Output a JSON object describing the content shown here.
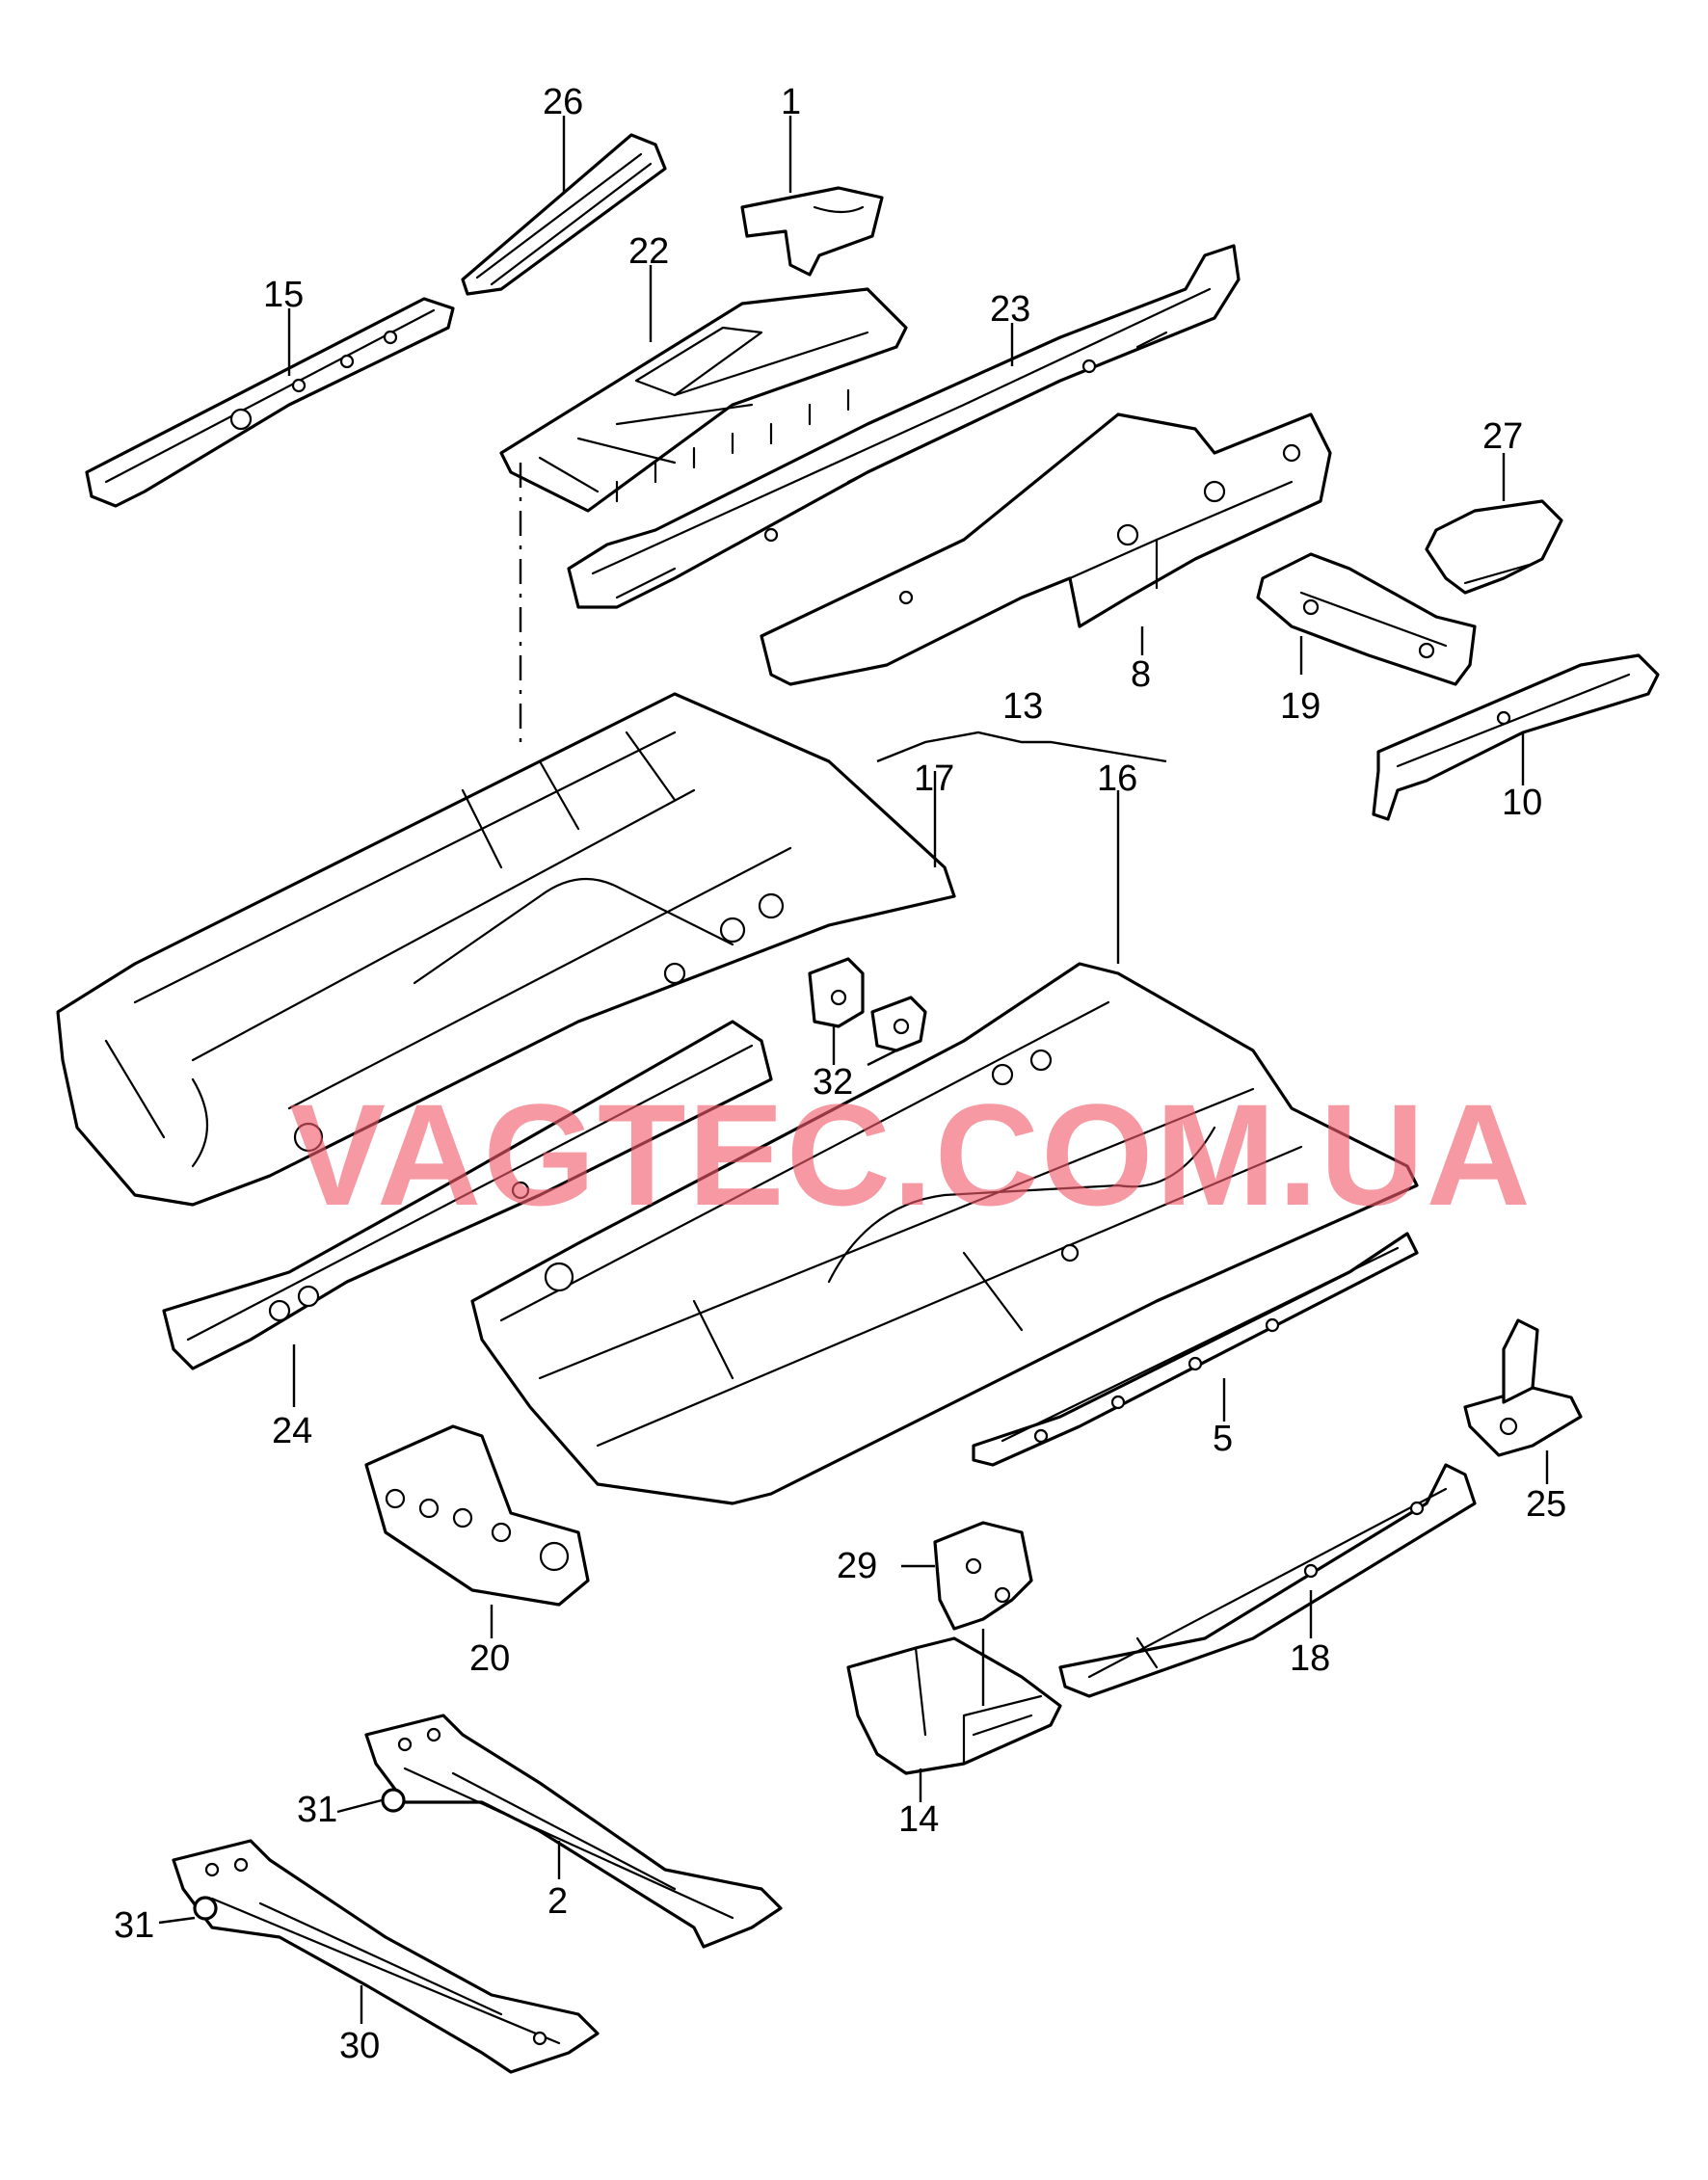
{
  "watermark": {
    "text": "VAGTEC.COM.UA",
    "color": "#f05a69"
  },
  "labels": {
    "p1": "1",
    "p2": "2",
    "p5": "5",
    "p8": "8",
    "p10": "10",
    "p13": "13",
    "p14": "14",
    "p15": "15",
    "p16": "16",
    "p17": "17",
    "p18": "18",
    "p19": "19",
    "p20": "20",
    "p22": "22",
    "p23": "23",
    "p24": "24",
    "p25": "25",
    "p26": "26",
    "p27": "27",
    "p29": "29",
    "p30": "30",
    "p31a": "31",
    "p31b": "31",
    "p32": "32"
  }
}
